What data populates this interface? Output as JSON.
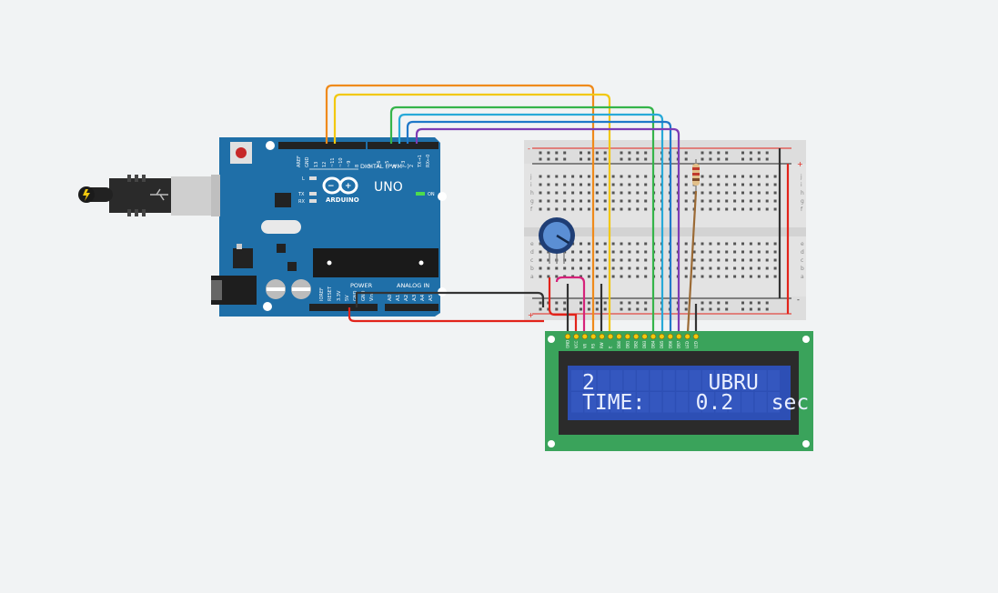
{
  "colors": {
    "background": "#f1f3f4",
    "arduino_board": "#1f6fa8",
    "breadboard": "#e3e3e3",
    "lcd_pcb": "#3aa35b",
    "lcd_screen": "#2d4fb5",
    "lcd_text": "#e9efff",
    "wire_orange": "#ef8a1b",
    "wire_yellow": "#f2c80f",
    "wire_green": "#35b44a",
    "wire_cyan": "#27a9d8",
    "wire_blue": "#1f78c8",
    "wire_purple": "#7d3cb5",
    "wire_red": "#e2231a",
    "wire_black": "#333333",
    "wire_pink": "#d6237a",
    "wire_brown": "#9b6a35"
  },
  "arduino": {
    "logo": "ARDUINO",
    "model": "UNO",
    "digital_label": "DIGITAL (PWM~)",
    "power_label": "POWER",
    "analog_label": "ANALOG IN",
    "on_label": "ON",
    "led_l": "L",
    "led_tx": "TX",
    "led_rx": "RX",
    "header_top_pins": [
      "AREF",
      "GND",
      "13",
      "12",
      "~11",
      "~10",
      "~9",
      "8",
      "7",
      "~6",
      "~5",
      "4",
      "~3",
      "2",
      "TX→1",
      "RX←0"
    ],
    "power_pins": [
      "IOREF",
      "RESET",
      "3.3V",
      "5V",
      "GND",
      "GND",
      "Vin"
    ],
    "analog_pins": [
      "A0",
      "A1",
      "A2",
      "A3",
      "A4",
      "A5"
    ]
  },
  "breadboard": {
    "row_letters_top": [
      "j",
      "i",
      "h",
      "g",
      "f"
    ],
    "row_letters_bottom": [
      "e",
      "d",
      "c",
      "b",
      "a"
    ],
    "plus": "+",
    "minus": "-"
  },
  "lcd": {
    "pin_labels": [
      "GND",
      "VCC",
      "V0",
      "RS",
      "RW",
      "E",
      "DB0",
      "DB1",
      "DB2",
      "DB3",
      "DB4",
      "DB5",
      "DB6",
      "DB7",
      "LED",
      "LED"
    ],
    "line1": "2         UBRU",
    "line2": "TIME:    0.2   sec"
  }
}
